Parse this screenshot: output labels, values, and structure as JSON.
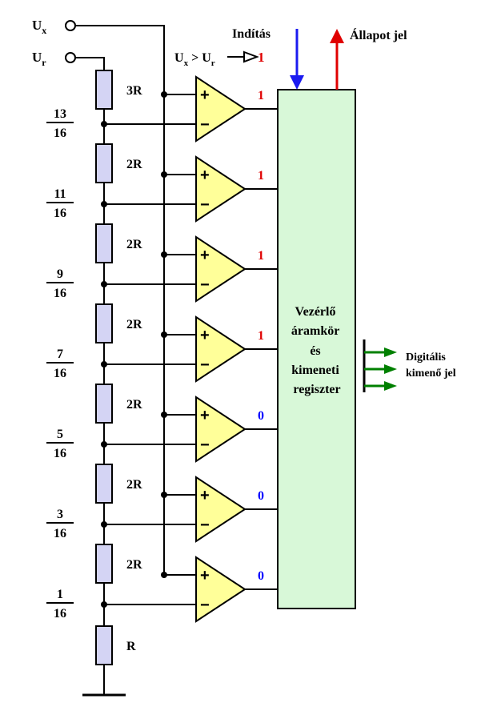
{
  "inputs": {
    "ux_main": "U",
    "ux_sub": "x",
    "ur_main": "U",
    "ur_sub": "r"
  },
  "control": {
    "start_label": "Indítás",
    "status_label": "Állapot jel",
    "condition": {
      "ux_main": "U",
      "ux_sub": "x",
      "gt": " > ",
      "ur_main": "U",
      "ur_sub": "r",
      "result": "1"
    },
    "block_lines": [
      "Vezérlő",
      "áramkör",
      "és",
      "kimeneti",
      "regiszter"
    ],
    "digital_output_lines": [
      "Digitális",
      "kimenő jel"
    ]
  },
  "resistors": [
    "3R",
    "2R",
    "2R",
    "2R",
    "2R",
    "2R",
    "2R",
    "R"
  ],
  "fractions": [
    {
      "num": "13",
      "den": "16"
    },
    {
      "num": "11",
      "den": "16"
    },
    {
      "num": "9",
      "den": "16"
    },
    {
      "num": "7",
      "den": "16"
    },
    {
      "num": "5",
      "den": "16"
    },
    {
      "num": "3",
      "den": "16"
    },
    {
      "num": "1",
      "den": "16"
    }
  ],
  "comparators": [
    {
      "output": "1",
      "plus": "+",
      "minus": "−"
    },
    {
      "output": "1",
      "plus": "+",
      "minus": "−"
    },
    {
      "output": "1",
      "plus": "+",
      "minus": "−"
    },
    {
      "output": "1",
      "plus": "+",
      "minus": "−"
    },
    {
      "output": "0",
      "plus": "+",
      "minus": "−"
    },
    {
      "output": "0",
      "plus": "+",
      "minus": "−"
    },
    {
      "output": "0",
      "plus": "+",
      "minus": "−"
    }
  ],
  "colors": {
    "wire": "#000000",
    "comparator_fill": "#ffff99",
    "resistor_fill": "#d4d4f4",
    "register_fill": "#d8f8d8",
    "start_arrow": "#1a1af0",
    "status_arrow": "#e00000",
    "output_arrows": "#008000",
    "bit_high": "#e00000",
    "bit_low": "#0000ff"
  }
}
